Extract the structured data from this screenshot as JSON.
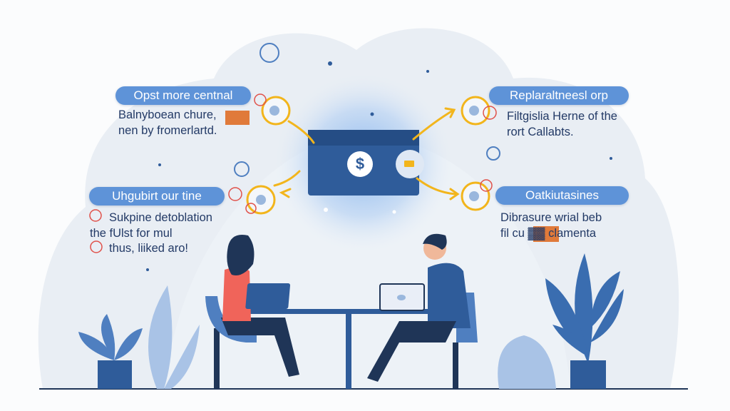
{
  "left_top": {
    "title": "Opst more centnal",
    "lines": [
      "Balnyboean chure,",
      "nen by fromerlartd."
    ]
  },
  "left_bottom": {
    "title": "Uhgubirt our tine",
    "lines": [
      "Sukpine detoblation",
      "the fUlst for mul",
      "thus, liiked aro!"
    ]
  },
  "right_top": {
    "title": "Replaraltneesl orp",
    "lines": [
      "Filtgislia Herne of the",
      "rort Callabts."
    ]
  },
  "right_bottom": {
    "title": "Oatkiutasines",
    "lines": [
      "Dibrasure wrial beb",
      "fil cu ▓▓ clamenta"
    ]
  },
  "center": {
    "currency_symbol": "$"
  },
  "colors": {
    "accent": "#5e93d8",
    "wallet": "#2f5c9a",
    "arrow": "#f2b51c",
    "background": "#e9eef4"
  }
}
